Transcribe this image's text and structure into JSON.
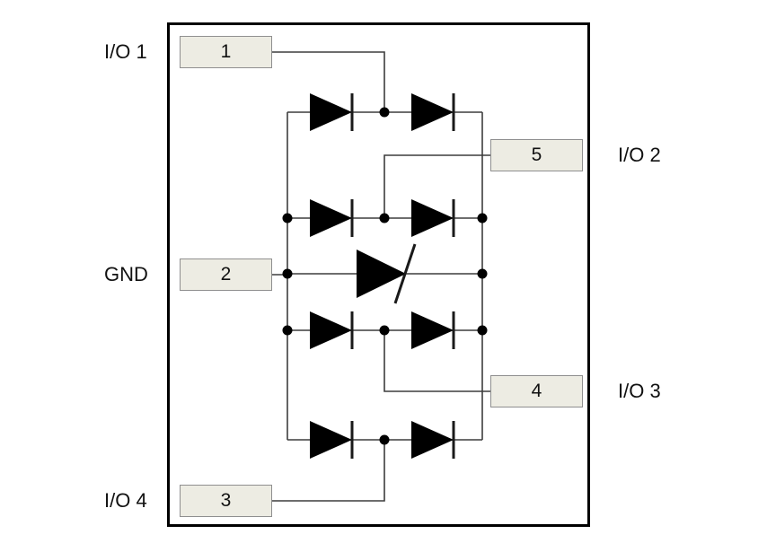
{
  "diagram": {
    "type": "schematic",
    "description": "TVS diode array protection circuit with steering diode pairs and center zener",
    "pins": [
      {
        "number": "1",
        "label": "I/O 1",
        "side": "left"
      },
      {
        "number": "2",
        "label": "GND",
        "side": "left"
      },
      {
        "number": "3",
        "label": "I/O 4",
        "side": "left"
      },
      {
        "number": "5",
        "label": "I/O 2",
        "side": "right"
      },
      {
        "number": "4",
        "label": "I/O 3",
        "side": "right"
      }
    ],
    "components": {
      "diode_pairs": 4,
      "zener_diodes": 1
    },
    "colors": {
      "outline": "#000000",
      "wire": "#3d3d3d",
      "diode_fill": "#000000",
      "pin_box_fill": "#edece3",
      "pin_box_border": "#8f8f8f",
      "background": "#ffffff",
      "text": "#111111"
    }
  }
}
